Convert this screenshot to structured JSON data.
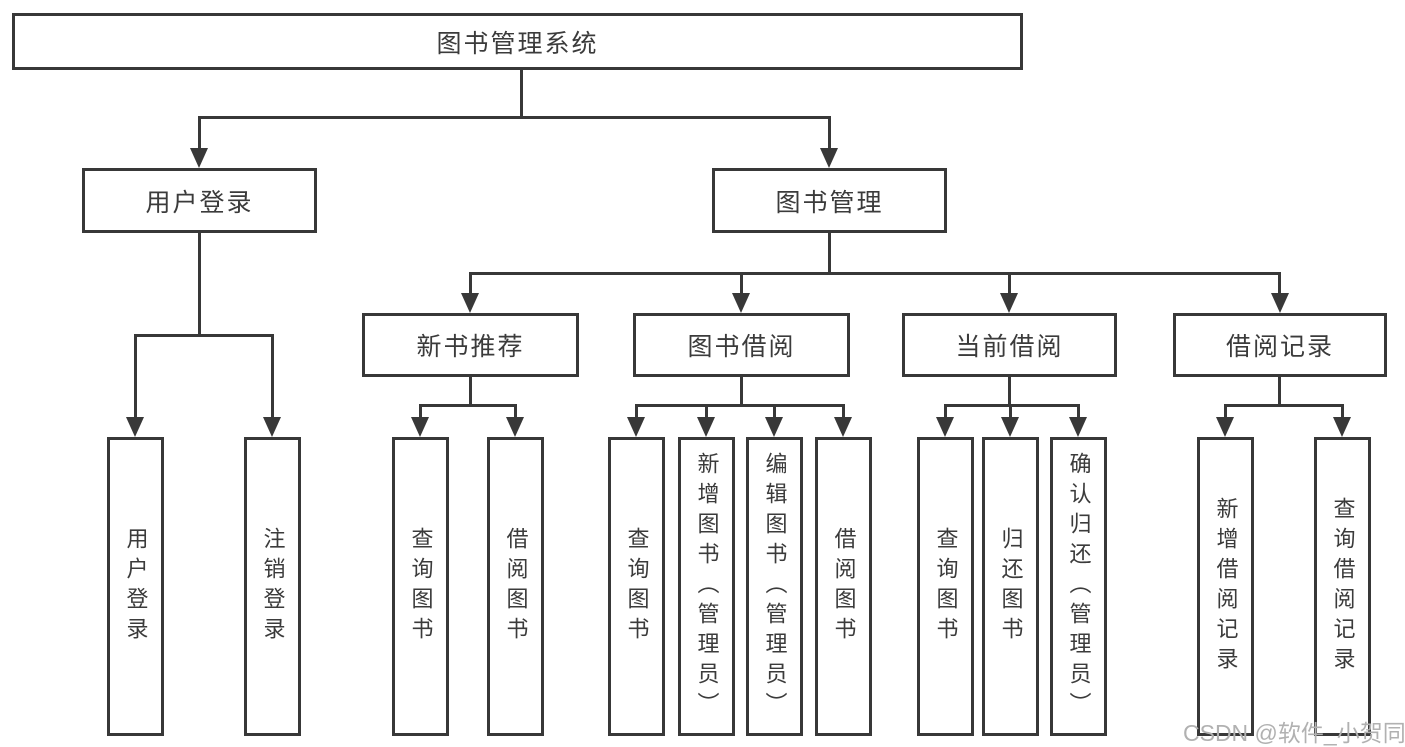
{
  "diagram": {
    "title_node_note": "functional structure chart of a library management system",
    "root": {
      "label": "图书管理系统"
    },
    "branches": [
      {
        "label": "用户登录",
        "leaves": [
          "用户登录",
          "注销登录"
        ]
      },
      {
        "label": "图书管理",
        "groups": [
          {
            "label": "新书推荐",
            "leaves": [
              "查询图书",
              "借阅图书"
            ]
          },
          {
            "label": "图书借阅",
            "leaves": [
              "查询图书",
              "新增图书（管理员）",
              "编辑图书（管理员）",
              "借阅图书"
            ]
          },
          {
            "label": "当前借阅",
            "leaves": [
              "查询图书",
              "归还图书",
              "确认归还（管理员）"
            ]
          },
          {
            "label": "借阅记录",
            "leaves": [
              "新增借阅记录",
              "查询借阅记录"
            ]
          }
        ]
      }
    ]
  },
  "watermark": {
    "text": "CSDN @软件_小贺同学"
  },
  "colors": {
    "line": "#383838",
    "text": "#3b3b3b",
    "watermark": "#b1b1b1",
    "background": "#ffffff"
  }
}
